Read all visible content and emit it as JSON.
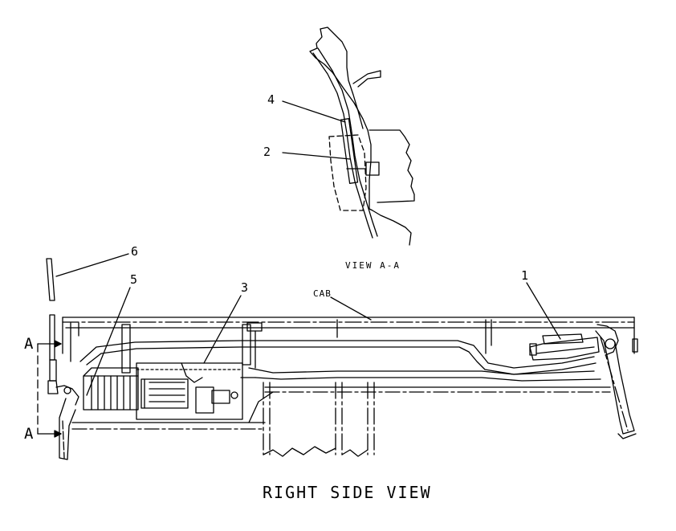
{
  "title": "RIGHT SIDE VIEW",
  "detail_view": {
    "title": "VIEW A-A"
  },
  "labels": {
    "cab": "CAB"
  },
  "callouts": {
    "c1": "1",
    "c2": "2",
    "c3": "3",
    "c4": "4",
    "c5": "5",
    "c6": "6"
  },
  "section_markers": {
    "top": "A",
    "bottom": "A"
  },
  "colors": {
    "ink": "#000000",
    "paper": "#ffffff"
  }
}
